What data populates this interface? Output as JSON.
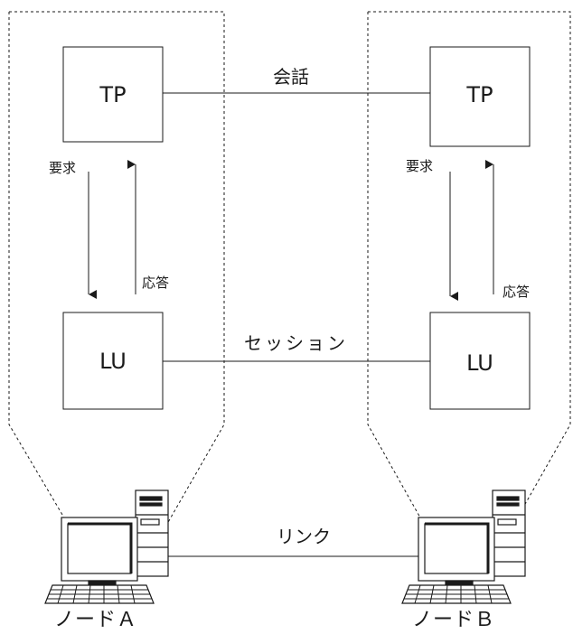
{
  "node_a": {
    "tp_label": "TP",
    "lu_label": "LU",
    "request_label": "要求",
    "response_label": "応答",
    "name": "ノードＡ"
  },
  "node_b": {
    "tp_label": "TP",
    "lu_label": "LU",
    "request_label": "要求",
    "response_label": "応答",
    "name": "ノードＢ"
  },
  "connections": {
    "conversation_label": "会話",
    "session_label": "セッション",
    "link_label": "リンク"
  },
  "colors": {
    "stroke": "#1a1a1a",
    "background": "#ffffff"
  }
}
